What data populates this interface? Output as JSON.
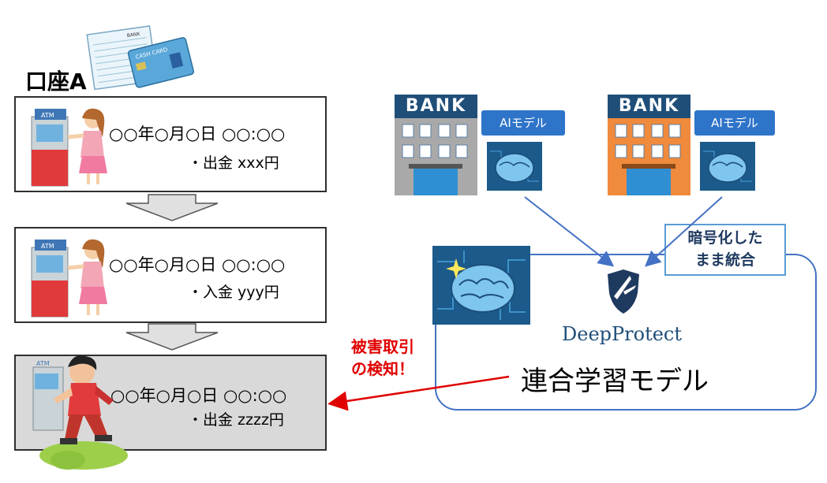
{
  "account": {
    "label": "口座A"
  },
  "cards": {
    "card_text": "CASH CARD",
    "book_text": "BANK"
  },
  "transactions": [
    {
      "datetime": "○○年○月○日 ○○:○○",
      "detail": "・出金  xxx円",
      "atm_text": "ATM"
    },
    {
      "datetime": "○○年○月○日 ○○:○○",
      "detail": "・入金  yyy円",
      "atm_text": "ATM"
    },
    {
      "datetime": "○○年○月○日 ○○:○○",
      "detail": "・出金 zzzz円",
      "atm_text": "ATM"
    }
  ],
  "banks": [
    {
      "sign": "BANK",
      "ai_label": "AIモデル"
    },
    {
      "sign": "BANK",
      "ai_label": "AIモデル"
    }
  ],
  "encrypt_label": "暗号化した\nまま統合",
  "detection_label": "被害取引\nの検知！",
  "deepprotect": "DeepProtect",
  "federated_model": "連合学習モデル",
  "colors": {
    "bank1": "#a9a9a9",
    "bank2": "#f08a3c",
    "sign": "#1f4e79",
    "ai_label": "#2e74c9",
    "fed_border": "#4472c4",
    "detect_arrow": "#e00000",
    "alert_box": "#d9d9d9"
  }
}
